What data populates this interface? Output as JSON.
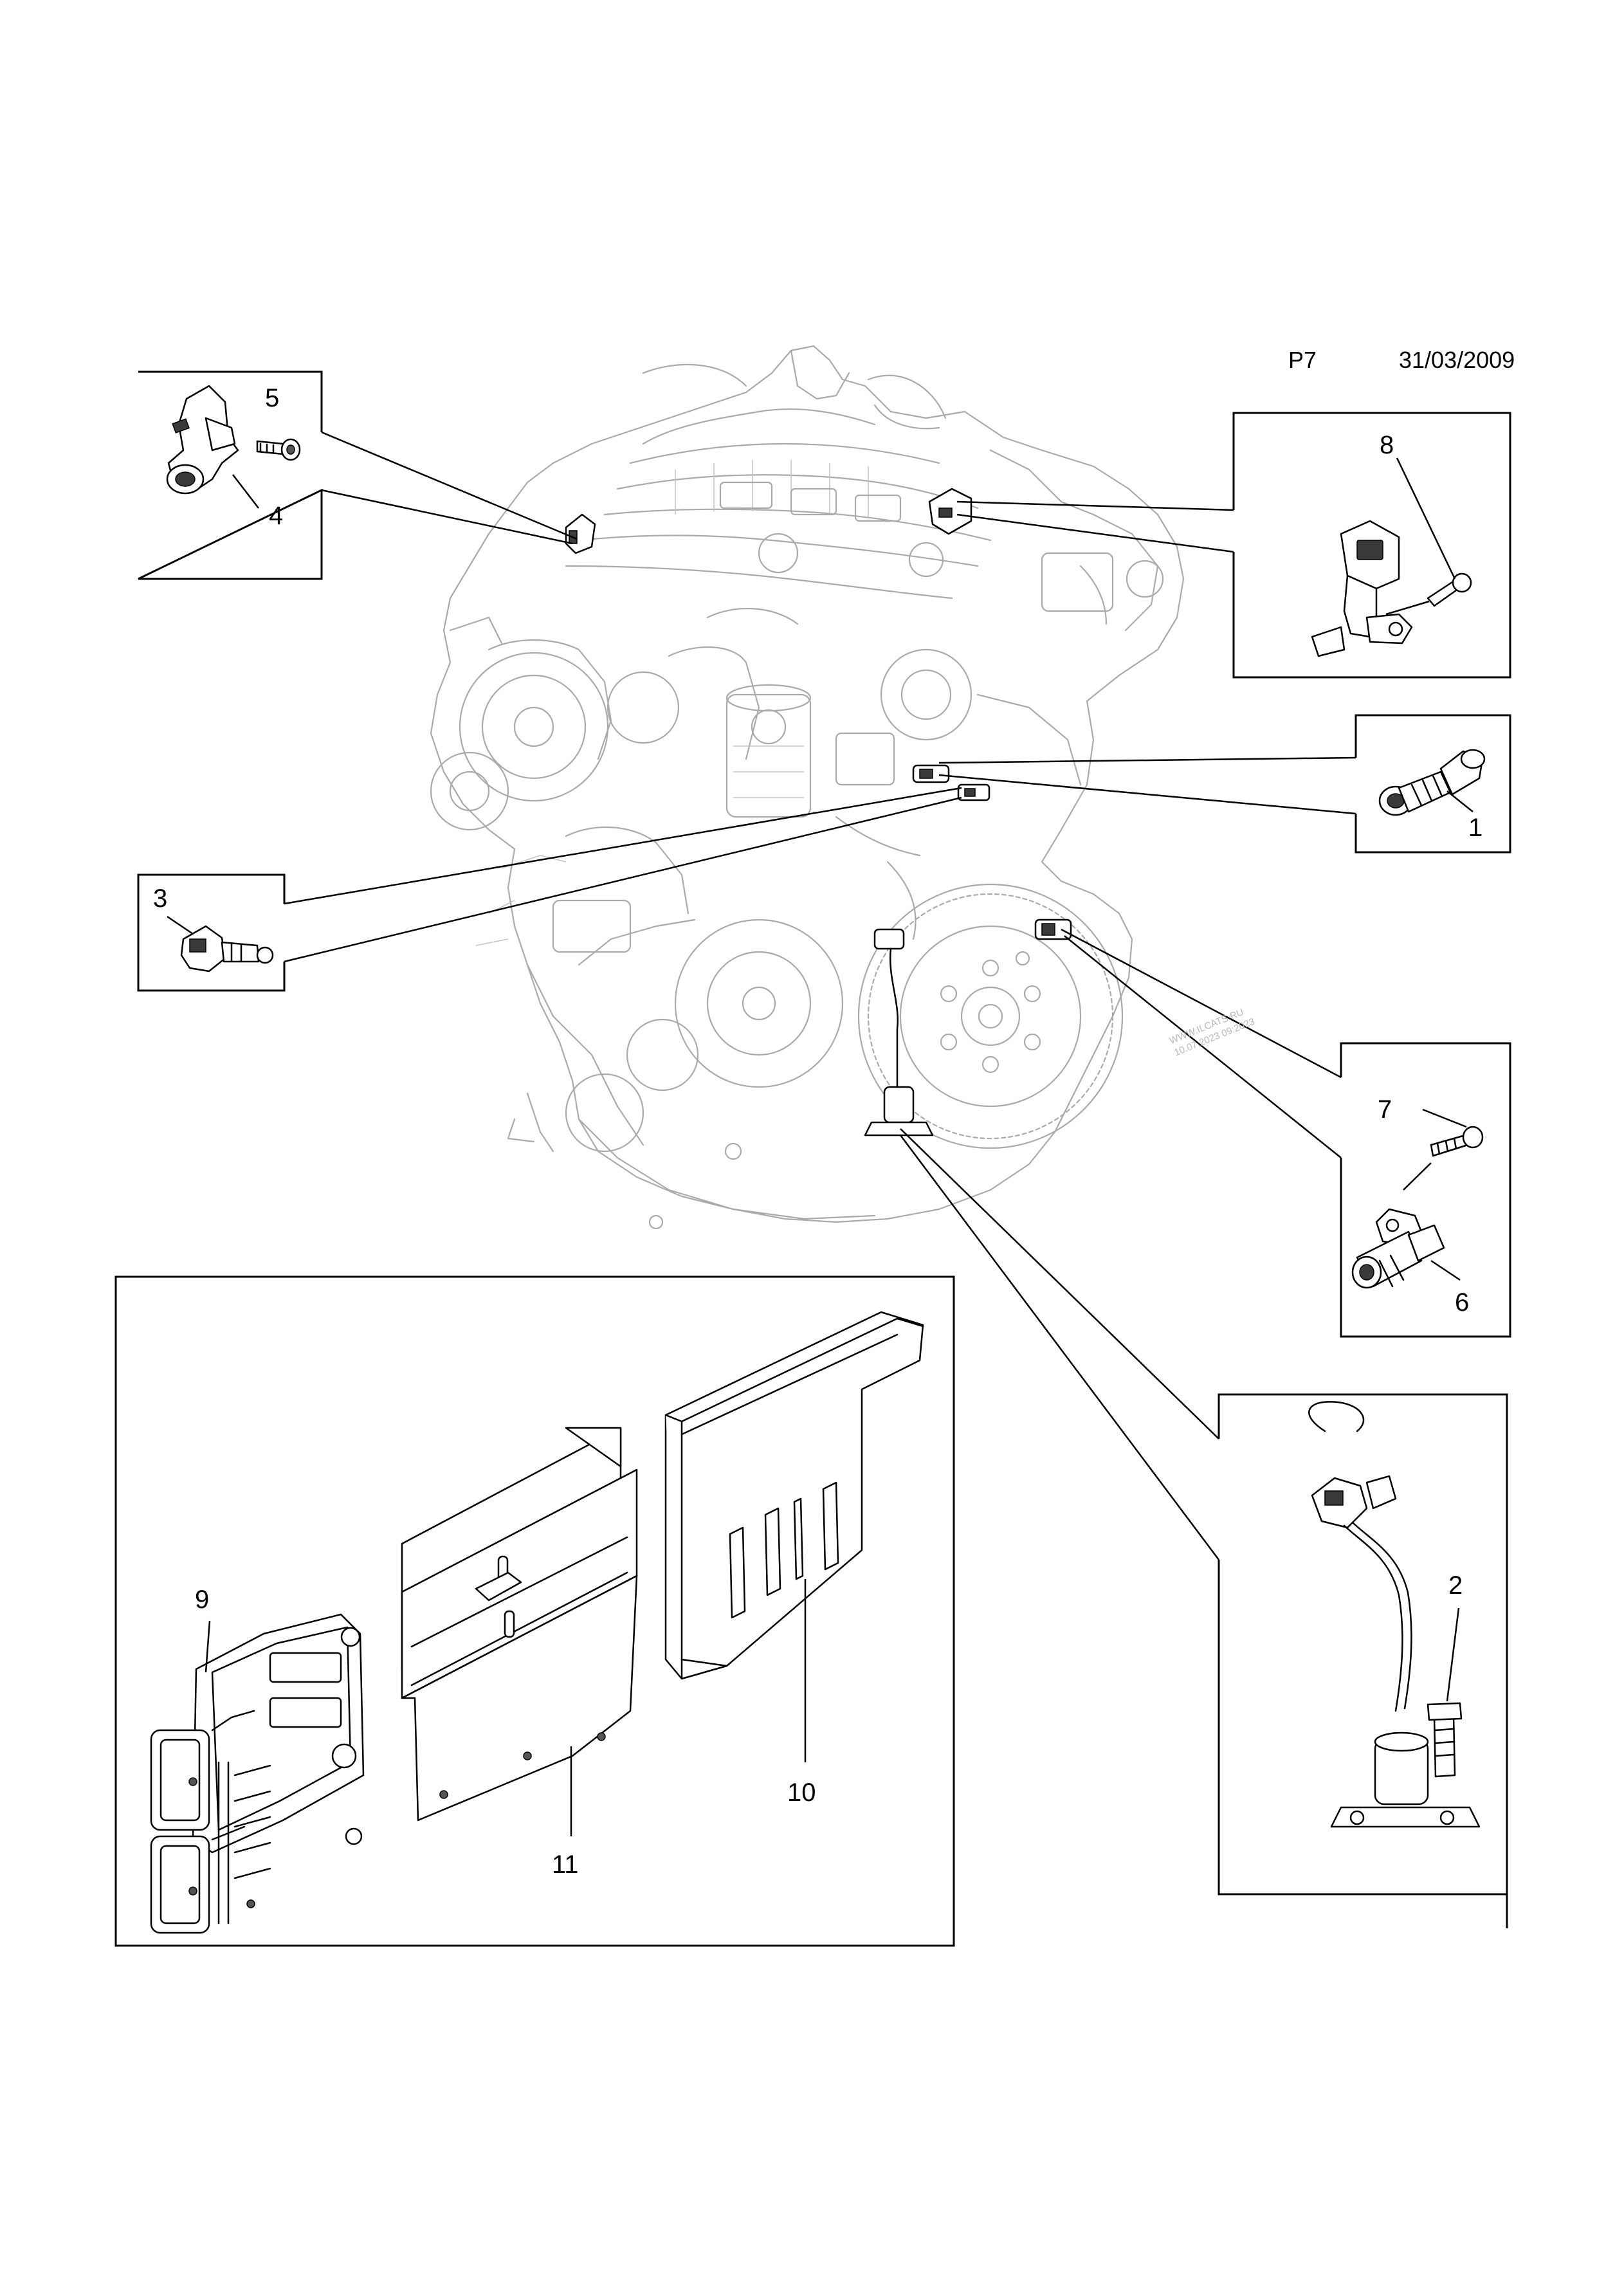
{
  "header": {
    "page_code": "P7",
    "date": "31/03/2009"
  },
  "watermark": {
    "line1": "WWW.ILCATS.RU",
    "line2": "10.07.2023 09:2023"
  },
  "callouts": [
    {
      "id": "c1",
      "label": "1"
    },
    {
      "id": "c2",
      "label": "2"
    },
    {
      "id": "c3",
      "label": "3"
    },
    {
      "id": "c4",
      "label": "4"
    },
    {
      "id": "c5",
      "label": "5"
    },
    {
      "id": "c6",
      "label": "6"
    },
    {
      "id": "c7",
      "label": "7"
    },
    {
      "id": "c8",
      "label": "8"
    },
    {
      "id": "c9",
      "label": "9"
    },
    {
      "id": "c10",
      "label": "10"
    },
    {
      "id": "c11",
      "label": "11"
    }
  ]
}
